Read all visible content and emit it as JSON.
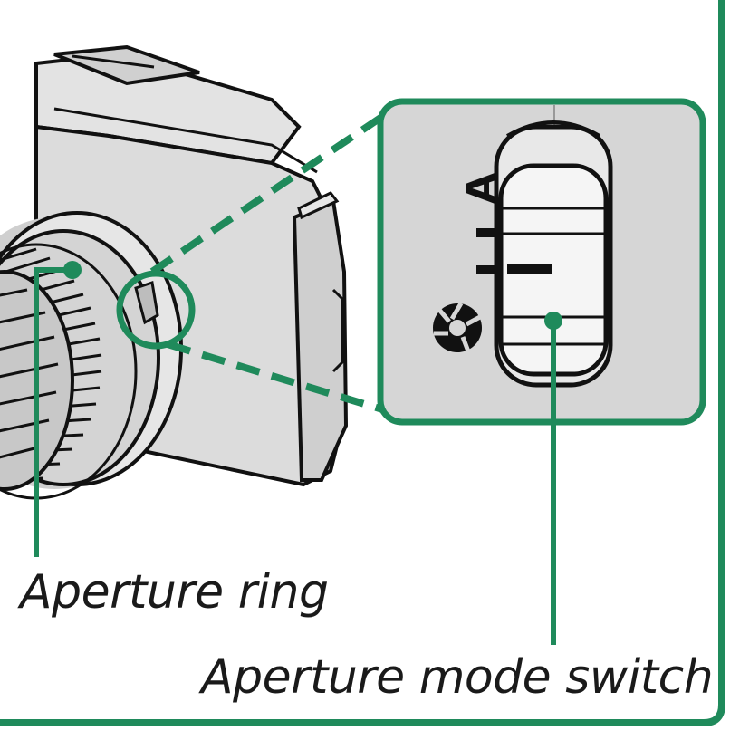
{
  "labels": {
    "aperture_ring": "Aperture ring",
    "aperture_mode_switch": "Aperture mode switch"
  },
  "switch_marks": {
    "auto": "A"
  },
  "colors": {
    "accent": "#1f8a5b",
    "border": "#1f8a5b",
    "camera_body": "#d9d9d9",
    "outline": "#111111",
    "inset_background": "#d6d6d6"
  },
  "icons": {
    "manual_aperture": "aperture-icon"
  }
}
